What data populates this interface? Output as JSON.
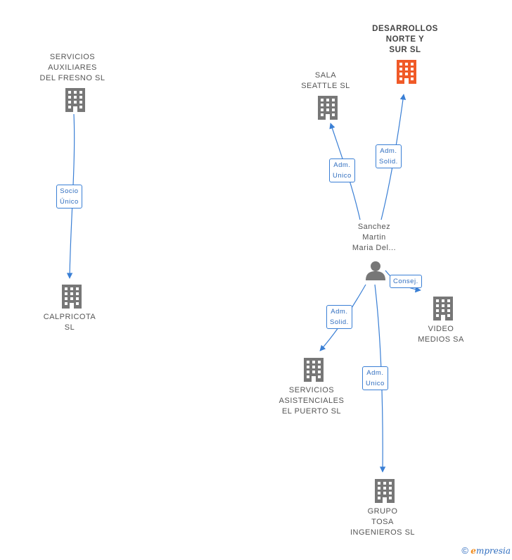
{
  "colors": {
    "edge": "#3a7fd5",
    "building": "#777777",
    "main": "#f05a28",
    "person": "#777777"
  },
  "nodes": {
    "servicios_auxiliares": {
      "label": "SERVICIOS\nAUXILIARES\nDEL FRESNO SL",
      "icon": "building-icon"
    },
    "calpricota": {
      "label": "CALPRICOTA\nSL",
      "icon": "building-icon"
    },
    "desarrollos": {
      "label": "DESARROLLOS\nNORTE Y\nSUR  SL",
      "icon": "building-icon"
    },
    "sala_seattle": {
      "label": "SALA\nSEATTLE SL",
      "icon": "building-icon"
    },
    "sanchez": {
      "label": "Sanchez\nMartin\nMaria Del...",
      "icon": "person-icon"
    },
    "video_medios": {
      "label": "VIDEO\nMEDIOS SA",
      "icon": "building-icon"
    },
    "servicios_asistenciales": {
      "label": "SERVICIOS\nASISTENCIALES\nEL PUERTO SL",
      "icon": "building-icon"
    },
    "grupo_tosa": {
      "label": "GRUPO\nTOSA\nINGENIEROS  SL",
      "icon": "building-icon"
    }
  },
  "edges": {
    "socio_unico": "Socio\nÚnico",
    "adm_unico_sala": "Adm.\nUnico",
    "adm_solid_desarrollos": "Adm.\nSolid.",
    "consej_video": "Consej.",
    "adm_solid_asistenciales": "Adm.\nSolid.",
    "adm_unico_tosa": "Adm.\nUnico"
  },
  "footer": {
    "copyright": "©",
    "brand_initial": "e",
    "brand_rest": "mpresia"
  }
}
